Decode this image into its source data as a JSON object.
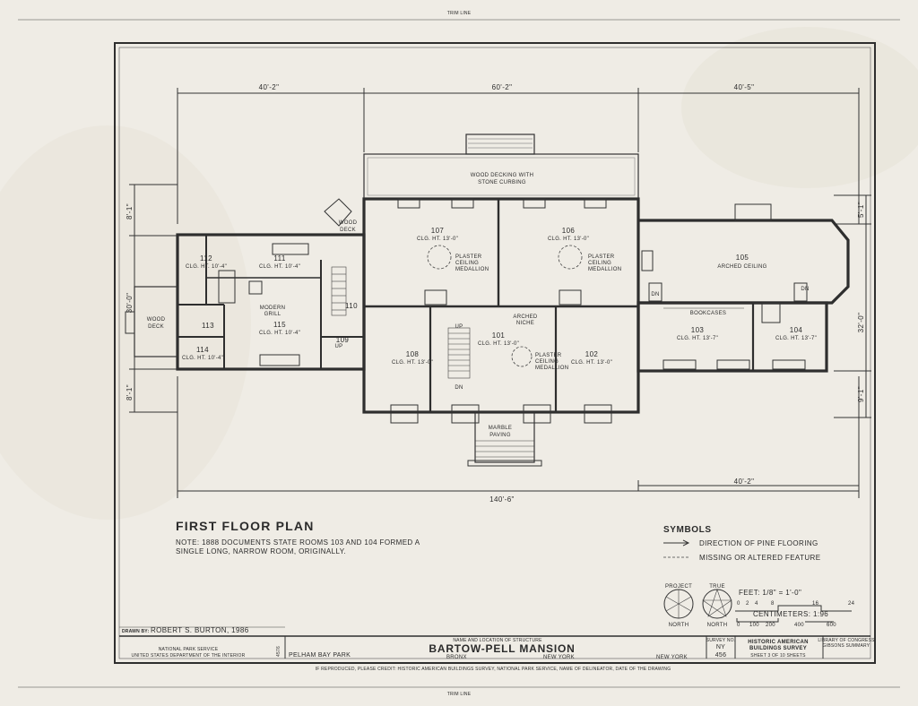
{
  "trim": {
    "top": "TRIM LINE",
    "bottom": "TRIM LINE"
  },
  "dimensions": {
    "top_left": "40'-2\"",
    "top_center": "60'-2\"",
    "top_right": "40'-5\"",
    "bottom_total": "140'-6\"",
    "bottom_right": "40'-2\"",
    "left_upper": "8'-1\"",
    "left_middle": "30'-0\"",
    "left_lower": "8'-1\"",
    "right_upper": "5'-1\"",
    "right_middle": "32'-0\"",
    "right_lower": "9'-1\""
  },
  "plan_labels": {
    "wood_decking": "WOOD DECKING WITH",
    "stone_curbing": "STONE CURBING",
    "wood_deck_top": "WOOD",
    "wood_deck_top2": "DECK",
    "wood_deck_left": "WOOD",
    "wood_deck_left2": "DECK",
    "marble": "MARBLE",
    "paving": "PAVING",
    "arched_niche": "ARCHED",
    "arched_niche2": "NICHE",
    "bookcases": "BOOKCASES",
    "modern_grill": "MODERN",
    "modern_grill2": "GRILL",
    "up1": "UP",
    "up2": "UP",
    "dn1": "DN",
    "dn2": "DN",
    "dn3": "DN"
  },
  "rooms": [
    {
      "num": "107",
      "ceiling": "CLG. HT. 13'-0\"",
      "note1": "PLASTER",
      "note2": "CEILING",
      "note3": "MEDALLION"
    },
    {
      "num": "106",
      "ceiling": "CLG. HT. 13'-0\"",
      "note1": "PLASTER",
      "note2": "CEILING",
      "note3": "MEDALLION"
    },
    {
      "num": "105",
      "ceiling": "ARCHED CEILING"
    },
    {
      "num": "101",
      "ceiling": "CLG. HT. 13'-0\"",
      "note1": "PLASTER",
      "note2": "CEILING",
      "note3": "MEDALLION"
    },
    {
      "num": "108",
      "ceiling": "CLG. HT. 13'-0\""
    },
    {
      "num": "102",
      "ceiling": "CLG. HT. 13'-0\""
    },
    {
      "num": "103",
      "ceiling": "CLG. HT. 13'-7\""
    },
    {
      "num": "104",
      "ceiling": "CLG. HT. 13'-7\""
    },
    {
      "num": "112",
      "ceiling": "CLG. HT. 10'-4\""
    },
    {
      "num": "111",
      "ceiling": "CLG. HT. 10'-4\""
    },
    {
      "num": "115",
      "ceiling": "CLG. HT. 10'-4\""
    },
    {
      "num": "114",
      "ceiling": "CLG. HT. 10'-4\""
    },
    {
      "num": "113"
    },
    {
      "num": "110"
    },
    {
      "num": "109"
    }
  ],
  "title": "FIRST FLOOR PLAN",
  "note": [
    "NOTE: 1888 DOCUMENTS STATE ROOMS 103 AND 104 FORMED A",
    "SINGLE LONG, NARROW ROOM, ORIGINALLY."
  ],
  "symbols": {
    "heading": "SYMBOLS",
    "item1": "DIRECTION OF PINE FLOORING",
    "item2": "MISSING OR ALTERED FEATURE"
  },
  "north": {
    "project": "PROJECT",
    "true": "TRUE",
    "north1": "NORTH",
    "north2": "NORTH"
  },
  "scale": {
    "feet": "FEET: 1/8\" = 1'-0\"",
    "feet_ticks": [
      "0",
      "2",
      "4",
      "8",
      "16",
      "24"
    ],
    "cm": "CENTIMETERS: 1:96",
    "cm_ticks": [
      "0",
      "100",
      "200",
      "400",
      "600"
    ]
  },
  "title_block": {
    "drawn_by_label": "DRAWN BY:",
    "drawn_by": "ROBERT S. BURTON, 1986",
    "agency1": "NATIONAL PARK SERVICE",
    "agency2": "UNITED STATES DEPARTMENT OF THE INTERIOR",
    "name_location_label": "NAME AND LOCATION OF STRUCTURE",
    "park": "PELHAM BAY PARK",
    "structure": "BARTOW-PELL  MANSION",
    "borough": "BRONX",
    "city": "NEW YORK",
    "state": "NEW YORK",
    "survey_label": "SURVEY NO.",
    "survey_state": "NY",
    "survey_no": "456",
    "habs1": "HISTORIC AMERICAN",
    "habs2": "BUILDINGS SURVEY",
    "sheet": "SHEET  3  OF 10  SHEETS",
    "loc1": "LIBRARY OF CONGRESS",
    "loc2": "GIBSONS SUMMARY",
    "credit": "IF REPRODUCED, PLEASE CREDIT: HISTORIC AMERICAN BUILDINGS SURVEY, NATIONAL PARK SERVICE, NAME OF DELINEATOR, DATE OF THE DRAWING",
    "side_no": "4576"
  }
}
